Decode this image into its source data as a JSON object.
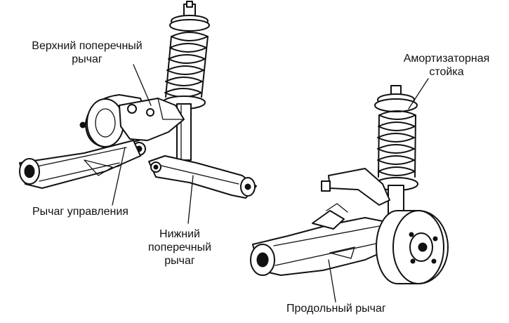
{
  "labels": {
    "upper_arm": [
      "Верхний поперечный",
      "рычаг"
    ],
    "strut": [
      "Амортизаторная",
      "стойка"
    ],
    "control_arm": "Рычаг управления",
    "lower_arm": [
      "Нижний",
      "поперечный",
      "рычаг"
    ],
    "trailing_arm": "Продольный рычаг"
  },
  "colors": {
    "ink": "#111111",
    "paper": "#ffffff"
  }
}
